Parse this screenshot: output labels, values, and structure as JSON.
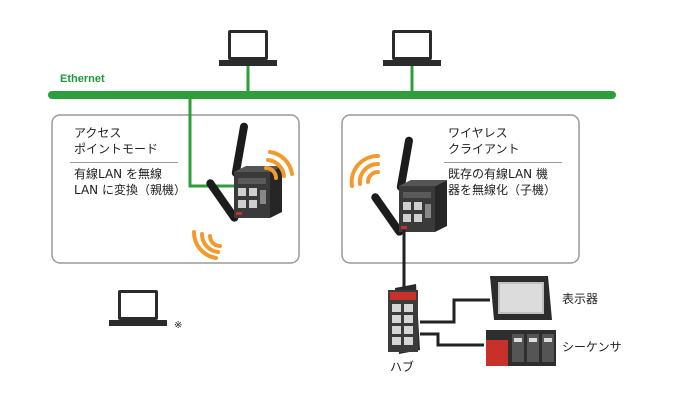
{
  "network": {
    "label": "Ethernet"
  },
  "modes": {
    "access_point": {
      "title_line1": "アクセス",
      "title_line2": "ポイントモード",
      "desc_line1": "有線LAN を無線",
      "desc_line2": "LAN に変換（親機）"
    },
    "wireless_client": {
      "title_line1": "ワイヤレス",
      "title_line2": "クライアント",
      "desc_line1": "既存の有線LAN 機",
      "desc_line2": "器を無線化（子機）"
    }
  },
  "devices": {
    "hub_label": "ハブ",
    "display_label": "表示器",
    "sequencer_label": "シーケンサ",
    "note_mark": "※"
  },
  "colors": {
    "ethernet": "#2e9e3c",
    "box_border": "#9a9a9a",
    "wave": "#f29a2e",
    "cable": "#222222"
  }
}
